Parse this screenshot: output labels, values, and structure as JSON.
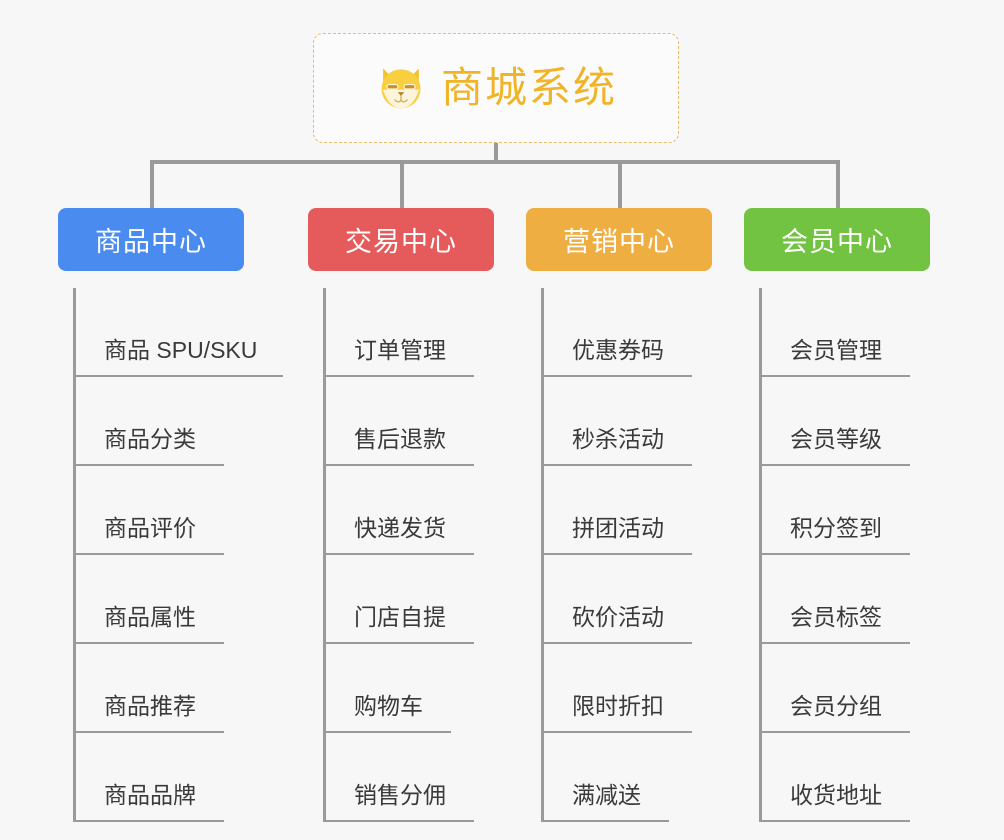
{
  "diagram": {
    "title": "商城系统",
    "root_icon": "dog-face-icon",
    "background_color": "#f7f7f7",
    "connector_color": "#9a9a9a",
    "root": {
      "label": "商城系统",
      "border_color": "#e8bb6a",
      "text_color": "#f0b429"
    },
    "branches": [
      {
        "label": "商品中心",
        "color": "#4a8bf0",
        "items": [
          "商品 SPU/SKU",
          "商品分类",
          "商品评价",
          "商品属性",
          "商品推荐",
          "商品品牌"
        ]
      },
      {
        "label": "交易中心",
        "color": "#e55b5b",
        "items": [
          "订单管理",
          "售后退款",
          "快递发货",
          "门店自提",
          "购物车",
          "销售分佣"
        ]
      },
      {
        "label": "营销中心",
        "color": "#eeae42",
        "items": [
          "优惠券码",
          "秒杀活动",
          "拼团活动",
          "砍价活动",
          "限时折扣",
          "满减送"
        ]
      },
      {
        "label": "会员中心",
        "color": "#71c341",
        "items": [
          "会员管理",
          "会员等级",
          "积分签到",
          "会员标签",
          "会员分组",
          "收货地址"
        ]
      }
    ]
  }
}
